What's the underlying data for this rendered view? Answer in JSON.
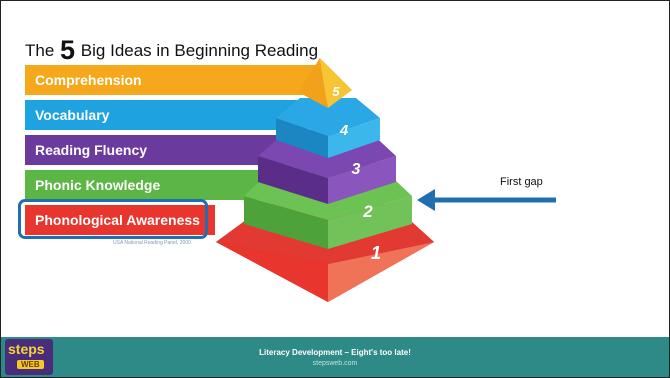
{
  "slide": {
    "title_prefix": "The",
    "title_number": "5",
    "title_suffix": "Big Ideas in Beginning Reading",
    "citation": "USA National Reading Panel, 2000"
  },
  "ideas": [
    {
      "label": "Comprehension",
      "number": "5",
      "color": "#f5a81b"
    },
    {
      "label": "Vocabulary",
      "number": "4",
      "color": "#1fa3e0"
    },
    {
      "label": "Reading Fluency",
      "number": "3",
      "color": "#6a3a9c"
    },
    {
      "label": "Phonic Knowledge",
      "number": "2",
      "color": "#5cb646"
    },
    {
      "label": "Phonological Awareness",
      "number": "1",
      "color": "#e8352e"
    }
  ],
  "annotation": {
    "gap_label": "First gap",
    "arrow_color": "#1f6fb2",
    "highlight_color": "#1f6fb2"
  },
  "footer": {
    "logo_top": "steps",
    "logo_bottom": "WEB",
    "title": "Literacy Development – Eight's too late!",
    "url": "stepsweb.com",
    "color": "#2e8a86"
  }
}
